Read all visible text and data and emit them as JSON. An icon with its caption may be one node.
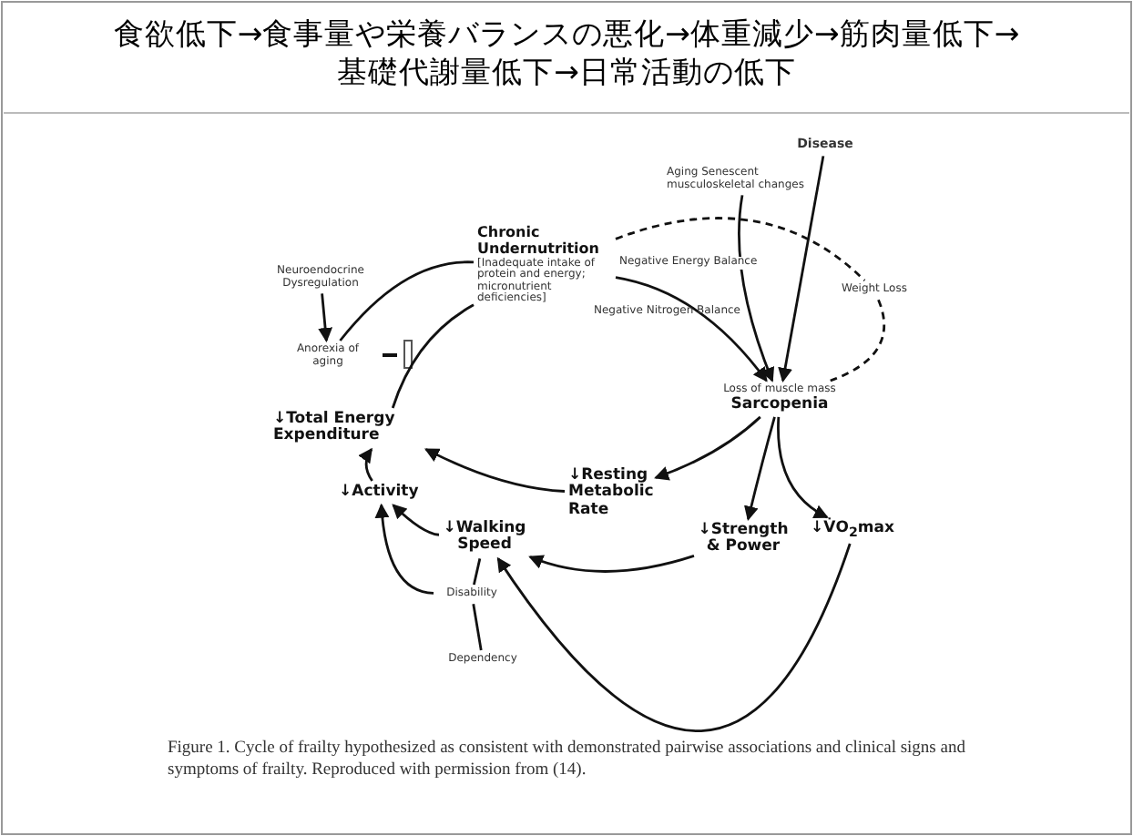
{
  "diagram": {
    "title": "食欲低下→食事量や栄養バランスの悪化→体重減少→筋肉量低下→基礎代謝量低下→日常活動の低下",
    "caption": "Figure 1. Cycle of frailty hypothesized as consistent with demonstrated pairwise associations and clinical signs and symptoms of frailty. Reproduced with permission from (14).",
    "nodes": [
      {
        "text": [
          "Chronic Undernutrition",
          "[Inadequate intake of protein and energy; micronutrient deficiencies]"
        ]
      },
      {
        "text": [
          "Neuroendocrine Dysregulation"
        ]
      },
      {
        "text": [
          "Anorexia of aging"
        ]
      },
      {
        "text": [
          "Aging Senescent musculoskeletal changes"
        ]
      },
      {
        "text": [
          "Disease"
        ]
      },
      {
        "text": [
          "Loss of muscle mass",
          "Sarcopenia"
        ]
      },
      {
        "text": [
          "↓Total Energy Expenditure"
        ]
      },
      {
        "text": [
          "↓Activity"
        ]
      },
      {
        "text": [
          "↓Resting Metabolic Rate"
        ]
      },
      {
        "text": [
          "↓Walking Speed"
        ]
      },
      {
        "text": [
          "↓Strength & Power"
        ]
      },
      {
        "text": [
          "↓V̇O$_{2}$max"
        ]
      },
      {
        "text": [
          "Disability"
        ]
      },
      {
        "text": [
          "Dependency"
        ]
      },
      {
        "text": [
          "Weight Loss"
        ]
      }
    ],
    "edges": [
      {
        "from": 1,
        "to": 2,
        "arrow": "to"
      },
      {
        "from": 2,
        "to": 0,
        "arrow": "none"
      },
      {
        "from": 6,
        "to": 0,
        "arrow": "none"
      },
      {
        "from": 0,
        "to": 5,
        "arrow": "to",
        "label": "Negative Energy Balance"
      },
      {
        "from": 3,
        "to": 5,
        "arrow": "to"
      },
      {
        "from": 4,
        "to": 5,
        "arrow": "to"
      },
      {
        "from": 0,
        "to": 14,
        "arrow": "none",
        "style": "dashed"
      },
      {
        "from": 14,
        "to": 5,
        "arrow": "none",
        "style": "dashed"
      },
      {
        "from": 5,
        "to": 8,
        "arrow": "to"
      },
      {
        "from": 5,
        "to": 10,
        "arrow": "to"
      },
      {
        "from": 5,
        "to": 11,
        "arrow": "to"
      },
      {
        "from": 8,
        "to": 6,
        "arrow": "to"
      },
      {
        "from": 7,
        "to": 6,
        "arrow": "to"
      },
      {
        "from": 10,
        "to": 9,
        "arrow": "to"
      },
      {
        "from": 9,
        "to": 7,
        "arrow": "to"
      },
      {
        "from": 12,
        "to": 7,
        "arrow": "to"
      },
      {
        "from": 9,
        "to": 12,
        "arrow": "none"
      },
      {
        "from": 12,
        "to": 13,
        "arrow": "none"
      },
      {
        "from": 11,
        "to": 9,
        "arrow": "to"
      }
    ],
    "labels": [
      "Negative Nitrogen Balance"
    ]
  }
}
